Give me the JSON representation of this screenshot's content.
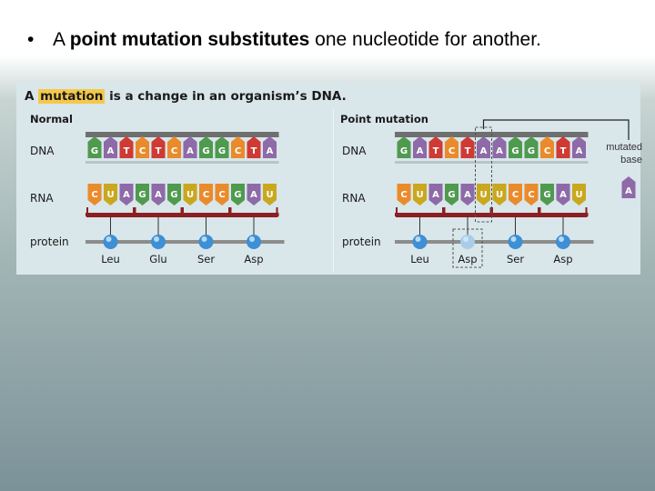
{
  "slide": {
    "bullet_marker": "•",
    "bullet_pre": "A ",
    "bullet_bold": "point mutation substitutes",
    "bullet_post": " one nucleotide for another."
  },
  "figure": {
    "title_pre": "A ",
    "title_highlight": "mutation",
    "title_post": " is a change in an organism’s DNA.",
    "normal": {
      "label": "Normal",
      "row_labels": [
        "DNA",
        "RNA",
        "protein"
      ],
      "dna": [
        "G",
        "A",
        "T",
        "C",
        "T",
        "C",
        "A",
        "G",
        "G",
        "C",
        "T",
        "A"
      ],
      "rna": [
        "C",
        "U",
        "A",
        "G",
        "A",
        "G",
        "U",
        "C",
        "C",
        "G",
        "A",
        "U"
      ],
      "amino_acids": [
        "Leu",
        "Glu",
        "Ser",
        "Asp"
      ]
    },
    "mutant": {
      "label": "Point mutation",
      "row_labels": [
        "DNA",
        "RNA",
        "protein"
      ],
      "dna": [
        "G",
        "A",
        "T",
        "C",
        "T",
        "A",
        "A",
        "G",
        "G",
        "C",
        "T",
        "A"
      ],
      "rna": [
        "C",
        "U",
        "A",
        "G",
        "A",
        "U",
        "U",
        "C",
        "C",
        "G",
        "A",
        "U"
      ],
      "amino_acids": [
        "Leu",
        "Asp",
        "Ser",
        "Asp"
      ],
      "mutated_index": 5,
      "changed_codon_index": 1
    },
    "callout": {
      "line1": "mutated",
      "line2": "base",
      "base": "A"
    },
    "colors": {
      "G": "#4f9a4f",
      "A": "#8e6aa8",
      "T": "#cf3a34",
      "C": "#ea8b2b",
      "U": "#c9a81f",
      "backbone": "#6f6f6f",
      "codon_bar": "#8b1f22",
      "amino_acid": "#3d8fd6",
      "protein_line": "#8c8c8c"
    }
  }
}
